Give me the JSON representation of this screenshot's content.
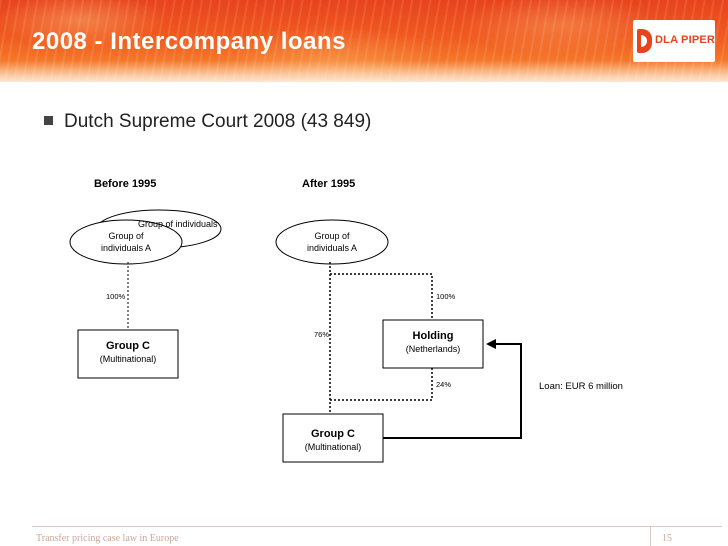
{
  "header": {
    "title": "2008 - Intercompany loans",
    "logo_text": "DLA PIPER"
  },
  "bullet": "Dutch Supreme Court 2008 (43 849)",
  "before": {
    "label": "Before 1995",
    "group_b": "Group of individuals B",
    "group_a_line1": "Group of",
    "group_a_line2": "individuals A",
    "pct": "100%",
    "group_c_title": "Group C",
    "group_c_sub": "(Multinational)"
  },
  "after": {
    "label": "After 1995",
    "group_a_line1": "Group of",
    "group_a_line2": "individuals A",
    "pct_a_holding": "100%",
    "pct_a_groupc": "76%",
    "pct_holding_groupc": "24%",
    "holding_title": "Holding",
    "holding_sub": "(Netherlands)",
    "group_c_title": "Group C",
    "group_c_sub": "(Multinational)",
    "loan": "Loan: EUR 6 million"
  },
  "footer": {
    "text": "Transfer pricing case law in Europe",
    "page": "15"
  },
  "colors": {
    "brand": "#e8431c",
    "title_text": "#ffffff",
    "footer_text": "#c8a898"
  }
}
